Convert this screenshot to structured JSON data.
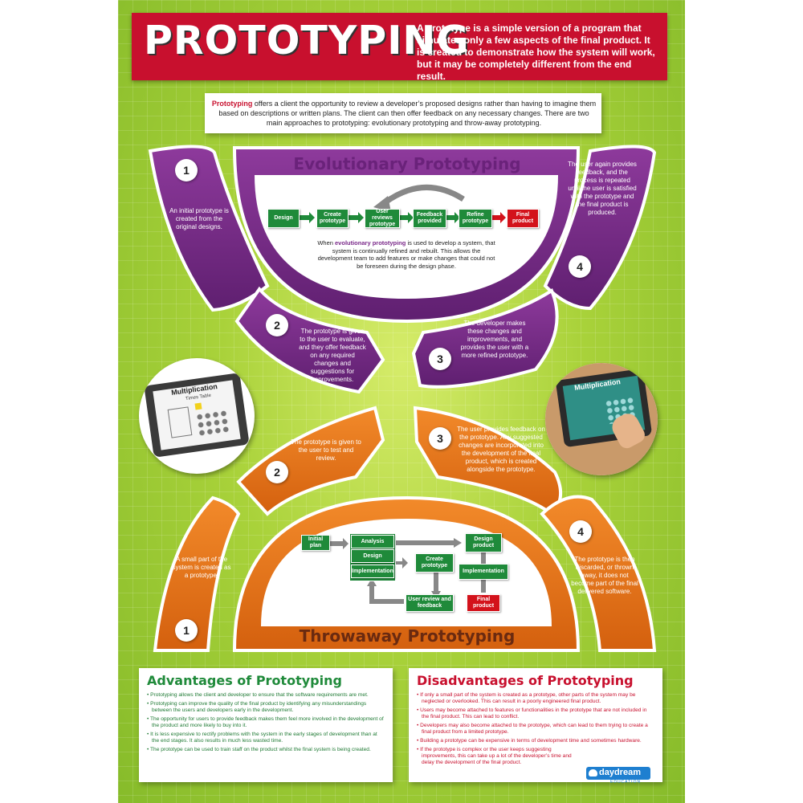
{
  "title": "PROTOTYPING",
  "definition": {
    "keyword": "A prototype",
    "text": " is a simple version of a program that simulates only a few aspects of the final product. It is created to demonstrate how the system will work, but it may be completely different from the end result."
  },
  "intro": {
    "keyword": "Prototyping",
    "text": " offers a client the opportunity to review a developer’s proposed designs rather than having to imagine them based on descriptions or written plans. The client can then offer feedback on any necessary changes. There are two main approaches to prototyping: evolutionary prototyping and throw-away prototyping."
  },
  "evolutionary": {
    "heading": "Evolutionary Prototyping",
    "flow": [
      "Design",
      "Create prototype",
      "User reviews prototype",
      "Feedback provided",
      "Refine prototype",
      "Final product"
    ],
    "desc_pre": "When ",
    "desc_keyword": "evolutionary prototyping",
    "desc_post": " is used to develop a system, that system is continually refined and rebuilt. This allows the development team to add features or make changes that could not be foreseen during the design phase.",
    "steps": [
      {
        "num": "1",
        "text": "An initial prototype is created from the original designs."
      },
      {
        "num": "2",
        "text": "The prototype is given to the user to evaluate, and they offer feedback on any required changes and suggestions for improvements."
      },
      {
        "num": "3",
        "text": "The developer makes these changes and improvements, and provides the user with a more refined prototype."
      },
      {
        "num": "4",
        "text": "The user again provides feedback, and the process is repeated until the user is satisfied with the prototype and the final product is produced."
      }
    ]
  },
  "throwaway": {
    "heading": "Throwaway Prototyping",
    "flow": {
      "initial": "Initial plan",
      "analysis": "Analysis",
      "design": "Design",
      "implementation": "Implementation",
      "create": "Create prototype",
      "review": "User review and feedback",
      "design_product": "Design product",
      "impl2": "Implementation",
      "final": "Final product"
    },
    "steps": [
      {
        "num": "1",
        "text": "A small part of the system is created as a prototype."
      },
      {
        "num": "2",
        "text": "The prototype is given to the user to test and review."
      },
      {
        "num": "3",
        "text": "The user provides feedback on the prototype. Any suggested changes are incorporated into the development of the final product, which is created alongside the prototype."
      },
      {
        "num": "4",
        "text": "The prototype is then discarded, or thrown away, it does not become part of the final delivered software."
      }
    ]
  },
  "tablets": {
    "left_title": "Multiplication",
    "left_sub": "Times Table",
    "right_title": "Multiplication"
  },
  "advantages": {
    "heading": "Advantages of Prototyping",
    "items": [
      "Prototyping allows the client and developer to ensure that the software requirements are met.",
      "Prototyping can improve the quality of the final product by identifying any misunderstandings between the users and developers early in the development.",
      "The opportunity for users to provide feedback makes them feel more involved in the development of the product and more likely to buy into it.",
      "It is less expensive to rectify problems with the system in the early stages of development than at the end stages. It also results in much less wasted time.",
      "The prototype can be used to train staff on the product whilst the final system is being created."
    ]
  },
  "disadvantages": {
    "heading": "Disadvantages of Prototyping",
    "items": [
      "If only a small part of the system is created as a prototype, other parts of the system may be neglected or overlooked. This can result in a poorly engineered final product.",
      "Users may become attached to features or functionalities in the prototype that are not included in the final product. This can lead to conflict.",
      "Developers may also become attached to the prototype, which can lead to them trying to create a final product from a limited prototype.",
      "Building a prototype can be expensive in terms of development time and sometimes hardware.",
      "If the prototype is complex or the user keeps suggesting improvements, this can take up a lot of the developer’s time and delay the development of the final product."
    ]
  },
  "logo": {
    "brand": "daydream",
    "sub": "EDUCATION"
  },
  "colors": {
    "purple": "#7b2a8a",
    "orange": "#e8731c",
    "red": "#c8102e",
    "green": "#1f8a3a",
    "board": "#a9d23a"
  }
}
